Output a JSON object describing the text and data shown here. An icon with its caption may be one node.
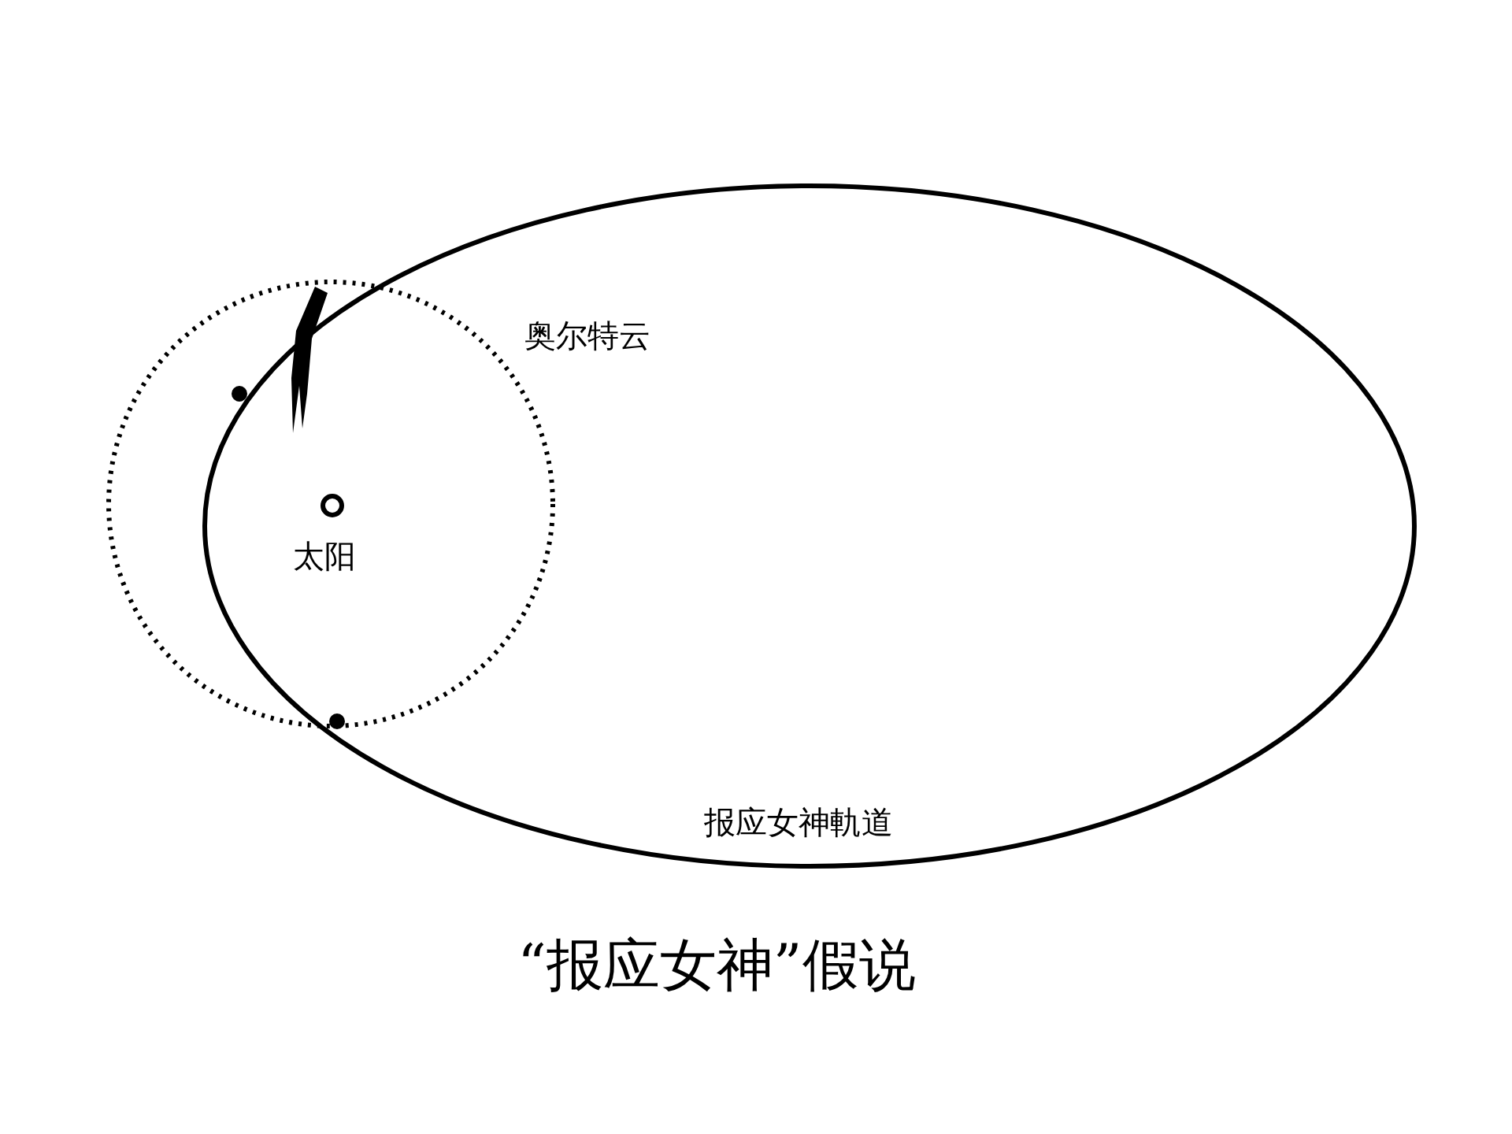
{
  "diagram": {
    "caption": "“报应女神”假说",
    "labels": [
      "奥尔特云",
      "太阳",
      "报应女神軌道"
    ]
  }
}
